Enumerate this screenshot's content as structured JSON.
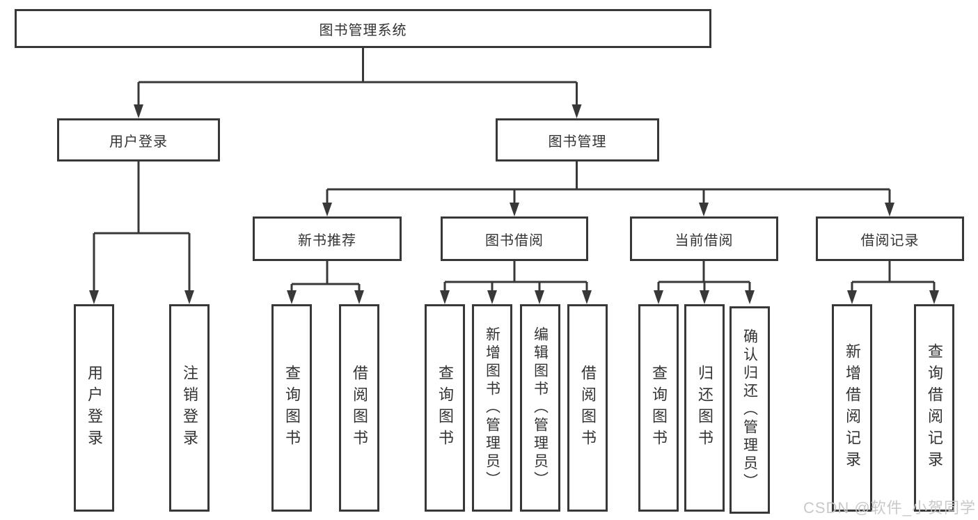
{
  "diagram": {
    "type": "hierarchy-tree",
    "colors": {
      "line": "#383838",
      "box_border": "#383838",
      "box_fill": "#ffffff",
      "text": "#333333",
      "background": "#ffffff",
      "watermark_text_color": "#c6c6c6"
    },
    "nodes": {
      "root": {
        "label": "图书管理系统"
      },
      "user_login": {
        "label": "用户登录"
      },
      "book_mgmt": {
        "label": "图书管理"
      },
      "new_book": {
        "label": "新书推荐"
      },
      "book_borrow": {
        "label": "图书借阅"
      },
      "current_borrow": {
        "label": "当前借阅"
      },
      "borrow_record": {
        "label": "借阅记录"
      },
      "leaf_user_login": {
        "label": "用户登录"
      },
      "leaf_logout": {
        "label": "注销登录"
      },
      "leaf_nb_query": {
        "label": "查询图书"
      },
      "leaf_nb_borrow": {
        "label": "借阅图书"
      },
      "leaf_bb_query": {
        "label": "查询图书"
      },
      "leaf_bb_add": {
        "label": "新增图书（管理员）"
      },
      "leaf_bb_edit": {
        "label": "编辑图书（管理员）"
      },
      "leaf_bb_borrow": {
        "label": "借阅图书"
      },
      "leaf_cb_query": {
        "label": "查询图书"
      },
      "leaf_cb_return": {
        "label": "归还图书"
      },
      "leaf_cb_confirm": {
        "label": "确认归还（管理员）"
      },
      "leaf_br_add": {
        "label": "新增借阅记录"
      },
      "leaf_br_query": {
        "label": "查询借阅记录"
      }
    },
    "edges": [
      [
        "root",
        "user_login"
      ],
      [
        "root",
        "book_mgmt"
      ],
      [
        "user_login",
        "leaf_user_login"
      ],
      [
        "user_login",
        "leaf_logout"
      ],
      [
        "book_mgmt",
        "new_book"
      ],
      [
        "book_mgmt",
        "book_borrow"
      ],
      [
        "book_mgmt",
        "current_borrow"
      ],
      [
        "book_mgmt",
        "borrow_record"
      ],
      [
        "new_book",
        "leaf_nb_query"
      ],
      [
        "new_book",
        "leaf_nb_borrow"
      ],
      [
        "book_borrow",
        "leaf_bb_query"
      ],
      [
        "book_borrow",
        "leaf_bb_add"
      ],
      [
        "book_borrow",
        "leaf_bb_edit"
      ],
      [
        "book_borrow",
        "leaf_bb_borrow"
      ],
      [
        "current_borrow",
        "leaf_cb_query"
      ],
      [
        "current_borrow",
        "leaf_cb_return"
      ],
      [
        "current_borrow",
        "leaf_cb_confirm"
      ],
      [
        "borrow_record",
        "leaf_br_add"
      ],
      [
        "borrow_record",
        "leaf_br_query"
      ]
    ],
    "watermark": "CSDN @软件_小贺同学"
  }
}
